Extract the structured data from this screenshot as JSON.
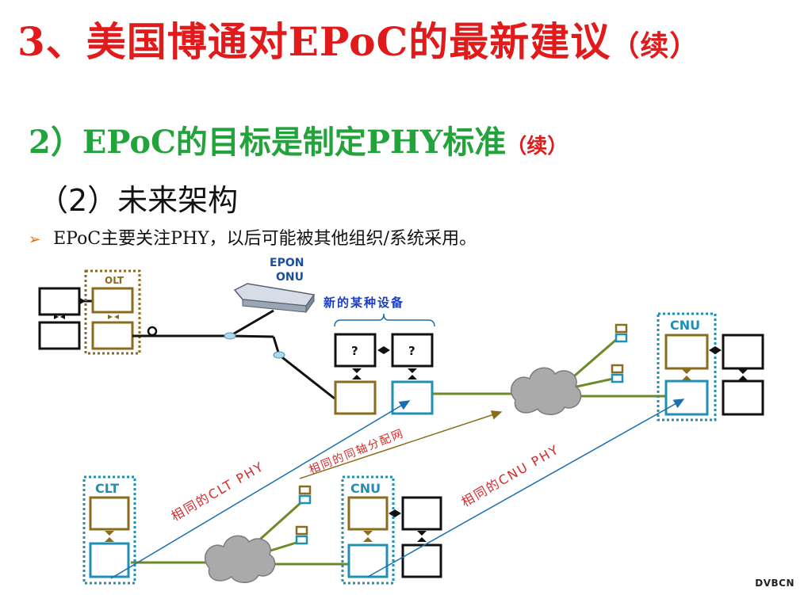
{
  "title": {
    "main": "3、美国博通对EPoC的最新建议",
    "suffix": "（续）"
  },
  "subtitle": {
    "main": "2）EPoC的目标是制定PHY标准",
    "suffix": "（续）"
  },
  "section": "（2）未来架构",
  "bullet": "EPoC主要关注PHY，以后可能被其他组织/系统采用。",
  "diagram": {
    "olt": "OLT",
    "epon_onu": "EPON",
    "epon_onu2": "ONU",
    "new_device": "新的某种设备",
    "question1": "?",
    "question2": "?",
    "clt": "CLT",
    "cnu_top": "CNU",
    "cnu_bottom": "CNU",
    "same_clt_phy": "相同的CLT  PHY",
    "same_coax": "相同的同轴分配网",
    "same_cnu_phy": "相同的CNU  PHY"
  },
  "colors": {
    "title": "#e11b1b",
    "subtitle": "#22a33b",
    "brown": "#8b6b1e",
    "teal": "#1f8fb3",
    "green_line": "#6d8a2a",
    "label_red": "#d42a2a",
    "label_blue": "#1a3cc8"
  },
  "watermark": "DVBCN"
}
